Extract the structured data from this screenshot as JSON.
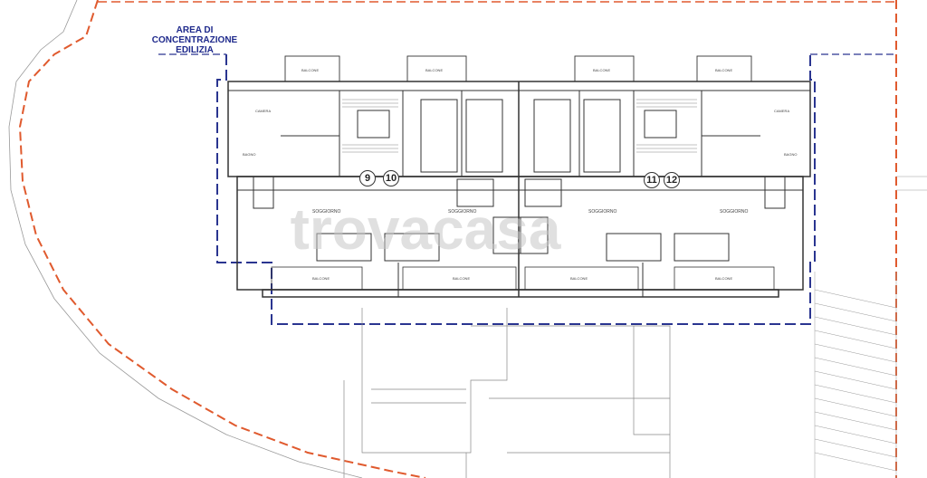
{
  "area_label": {
    "line1": "AREA DI",
    "line2": "CONCENTRAZIONE",
    "line3": "EDILIZIA"
  },
  "unit_numbers": [
    "9",
    "10",
    "11",
    "12"
  ],
  "rooms": {
    "balcone_top_left": "BALCONE",
    "balcone_top_mid": "BALCONE",
    "balcone_top_right": "BALCONE",
    "balcone_top_far_right": "BALCONE",
    "camera_left": "CAMERA",
    "camera_right": "CAMERA",
    "bagno_left": "BAGNO",
    "bagno_right": "BAGNO",
    "soggiorno_1": "SOGGIORNO",
    "soggiorno_2": "SOGGIORNO",
    "soggiorno_3": "SOGGIORNO",
    "soggiorno_4": "SOGGIORNO",
    "balcone_bottom_1": "BALCONE",
    "balcone_bottom_2": "BALCONE",
    "balcone_bottom_3": "BALCONE",
    "balcone_bottom_4": "BALCONE"
  },
  "colors": {
    "boundary_red": "#e05a2e",
    "area_blue": "#2a3590",
    "wall": "#333333"
  }
}
